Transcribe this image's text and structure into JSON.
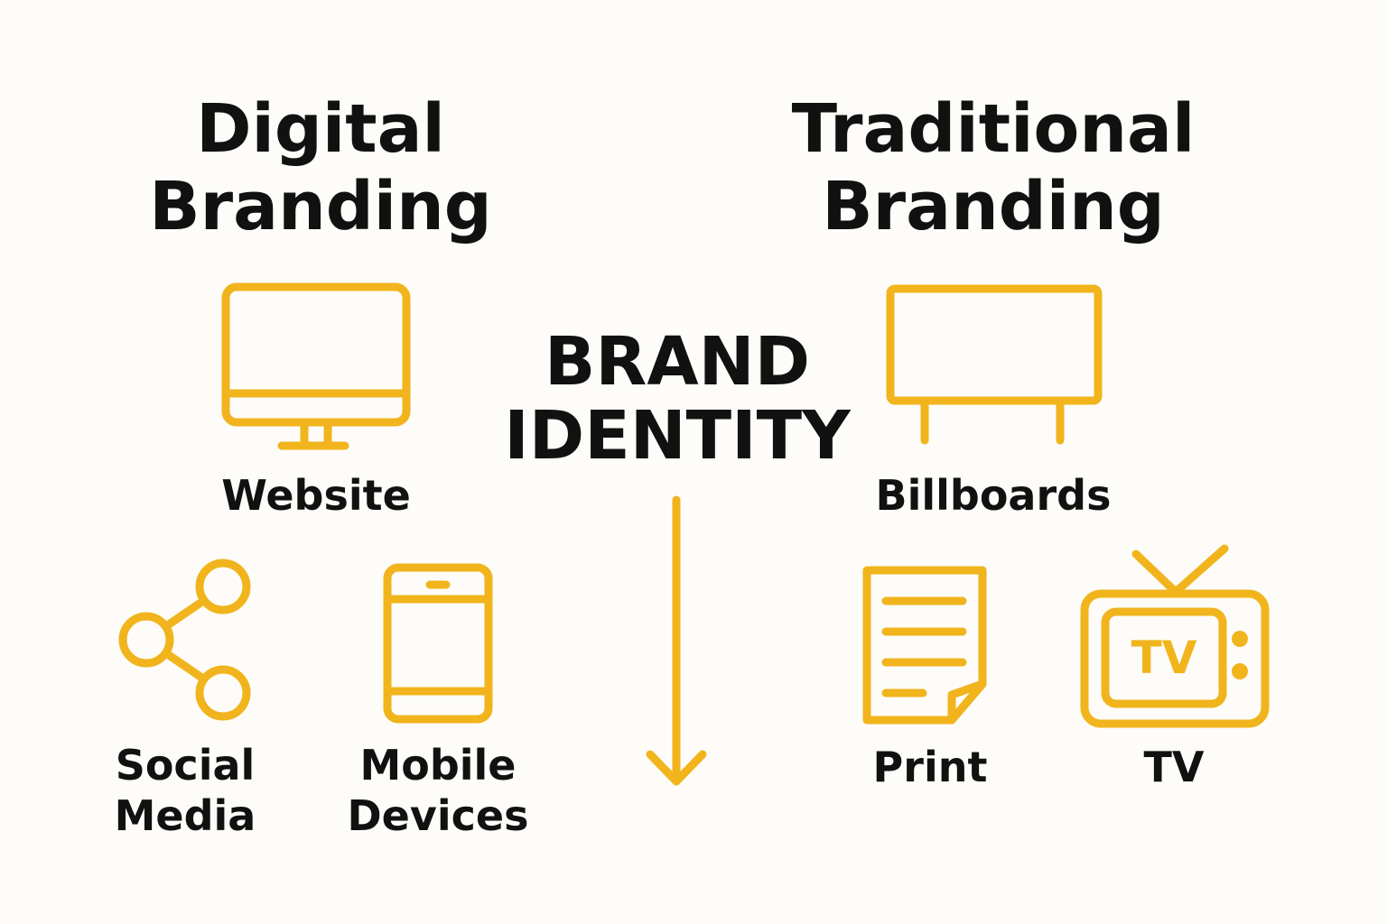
{
  "headings": {
    "digital": [
      "Digital",
      "Branding"
    ],
    "traditional": [
      "Traditional",
      "Branding"
    ]
  },
  "center": {
    "title": [
      "BRAND",
      "IDENTITY"
    ]
  },
  "digital": {
    "website": "Website",
    "social_media": [
      "Social",
      "Media"
    ],
    "mobile_devices": [
      "Mobile",
      "Devices"
    ]
  },
  "traditional": {
    "billboards": "Billboards",
    "print": "Print",
    "tv": "TV",
    "tv_screen_text": "TV"
  },
  "icons": {
    "website": "monitor-icon",
    "billboards": "billboard-icon",
    "social_media": "share-icon",
    "mobile_devices": "smartphone-icon",
    "print": "document-icon",
    "tv": "television-icon",
    "center": "arrow-down-icon"
  },
  "colors": {
    "accent": "#f1b41c",
    "text": "#111111",
    "background": "#fdfcf8"
  }
}
